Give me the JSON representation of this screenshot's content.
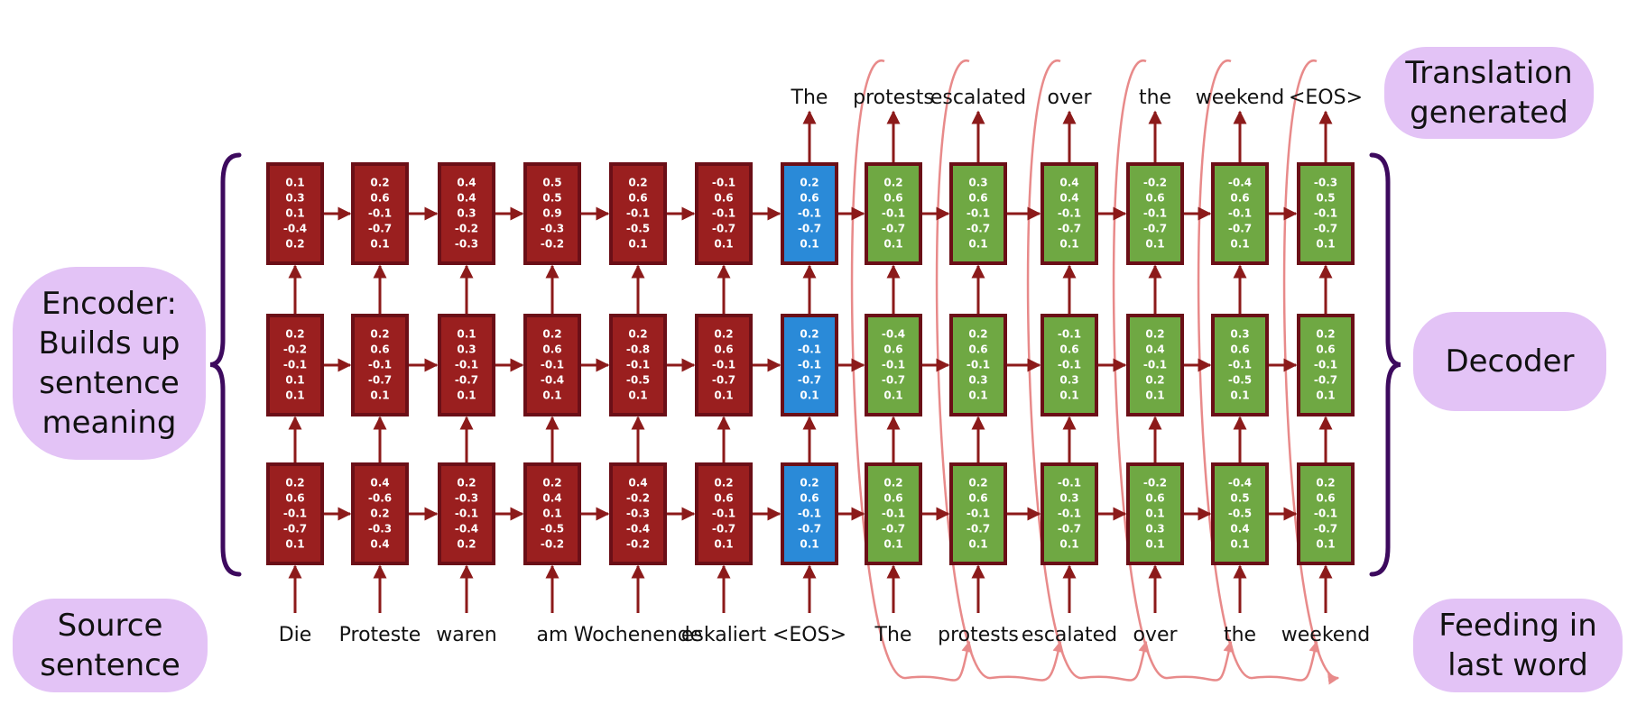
{
  "labels": {
    "translation_generated": "Translation\ngenerated",
    "encoder": "Encoder:\nBuilds up\nsentence\nmeaning",
    "decoder": "Decoder",
    "source_sentence": "Source\nsentence",
    "feeding_last_word": "Feeding in\nlast word"
  },
  "source_words": [
    "Die",
    "Proteste",
    "waren",
    "am",
    "Wochenende",
    "eskaliert",
    "<EOS>",
    "The",
    "protests",
    "escalated",
    "over",
    "the",
    "weekend"
  ],
  "output_words": [
    "The",
    "protests",
    "escalated",
    "over",
    "the",
    "weekend",
    "<EOS>"
  ],
  "cells": {
    "top": [
      [
        "0.1",
        "0.3",
        "0.1",
        "-0.4",
        "0.2"
      ],
      [
        "0.2",
        "0.6",
        "-0.1",
        "-0.7",
        "0.1"
      ],
      [
        "0.4",
        "0.4",
        "0.3",
        "-0.2",
        "-0.3"
      ],
      [
        "0.5",
        "0.5",
        "0.9",
        "-0.3",
        "-0.2"
      ],
      [
        "0.2",
        "0.6",
        "-0.1",
        "-0.5",
        "0.1"
      ],
      [
        "-0.1",
        "0.6",
        "-0.1",
        "-0.7",
        "0.1"
      ],
      [
        "0.2",
        "0.6",
        "-0.1",
        "-0.7",
        "0.1"
      ],
      [
        "0.2",
        "0.6",
        "-0.1",
        "-0.7",
        "0.1"
      ],
      [
        "0.3",
        "0.6",
        "-0.1",
        "-0.7",
        "0.1"
      ],
      [
        "0.4",
        "0.4",
        "-0.1",
        "-0.7",
        "0.1"
      ],
      [
        "-0.2",
        "0.6",
        "-0.1",
        "-0.7",
        "0.1"
      ],
      [
        "-0.4",
        "0.6",
        "-0.1",
        "-0.7",
        "0.1"
      ],
      [
        "-0.3",
        "0.5",
        "-0.1",
        "-0.7",
        "0.1"
      ]
    ],
    "middle": [
      [
        "0.2",
        "-0.2",
        "-0.1",
        "0.1",
        "0.1"
      ],
      [
        "0.2",
        "0.6",
        "-0.1",
        "-0.7",
        "0.1"
      ],
      [
        "0.1",
        "0.3",
        "-0.1",
        "-0.7",
        "0.1"
      ],
      [
        "0.2",
        "0.6",
        "-0.1",
        "-0.4",
        "0.1"
      ],
      [
        "0.2",
        "-0.8",
        "-0.1",
        "-0.5",
        "0.1"
      ],
      [
        "0.2",
        "0.6",
        "-0.1",
        "-0.7",
        "0.1"
      ],
      [
        "0.2",
        "-0.1",
        "-0.1",
        "-0.7",
        "0.1"
      ],
      [
        "-0.4",
        "0.6",
        "-0.1",
        "-0.7",
        "0.1"
      ],
      [
        "0.2",
        "0.6",
        "-0.1",
        "0.3",
        "0.1"
      ],
      [
        "-0.1",
        "0.6",
        "-0.1",
        "0.3",
        "0.1"
      ],
      [
        "0.2",
        "0.4",
        "-0.1",
        "0.2",
        "0.1"
      ],
      [
        "0.3",
        "0.6",
        "-0.1",
        "-0.5",
        "0.1"
      ],
      [
        "0.2",
        "0.6",
        "-0.1",
        "-0.7",
        "0.1"
      ]
    ],
    "bottom": [
      [
        "0.2",
        "0.6",
        "-0.1",
        "-0.7",
        "0.1"
      ],
      [
        "0.4",
        "-0.6",
        "0.2",
        "-0.3",
        "0.4"
      ],
      [
        "0.2",
        "-0.3",
        "-0.1",
        "-0.4",
        "0.2"
      ],
      [
        "0.2",
        "0.4",
        "0.1",
        "-0.5",
        "-0.2"
      ],
      [
        "0.4",
        "-0.2",
        "-0.3",
        "-0.4",
        "-0.2"
      ],
      [
        "0.2",
        "0.6",
        "-0.1",
        "-0.7",
        "0.1"
      ],
      [
        "0.2",
        "0.6",
        "-0.1",
        "-0.7",
        "0.1"
      ],
      [
        "0.2",
        "0.6",
        "-0.1",
        "-0.7",
        "0.1"
      ],
      [
        "0.2",
        "0.6",
        "-0.1",
        "-0.7",
        "0.1"
      ],
      [
        "-0.1",
        "0.3",
        "-0.1",
        "-0.7",
        "0.1"
      ],
      [
        "-0.2",
        "0.6",
        "0.1",
        "0.3",
        "0.1"
      ],
      [
        "-0.4",
        "0.5",
        "-0.5",
        "0.4",
        "0.1"
      ],
      [
        "0.2",
        "0.6",
        "-0.1",
        "-0.7",
        "0.1"
      ]
    ]
  },
  "colors": {
    "encoder_fill": "#9a1f1f",
    "encoder_stroke": "#5a0c0c",
    "eos_fill": "#2a8ad8",
    "decoder_fill": "#6fa843",
    "cell_border": "#6b0f17",
    "arrow": "#8c1a1a",
    "feedback_loop": "#e88a8a",
    "brace": "#3d0a5e",
    "pill": "#e3c3f6"
  }
}
